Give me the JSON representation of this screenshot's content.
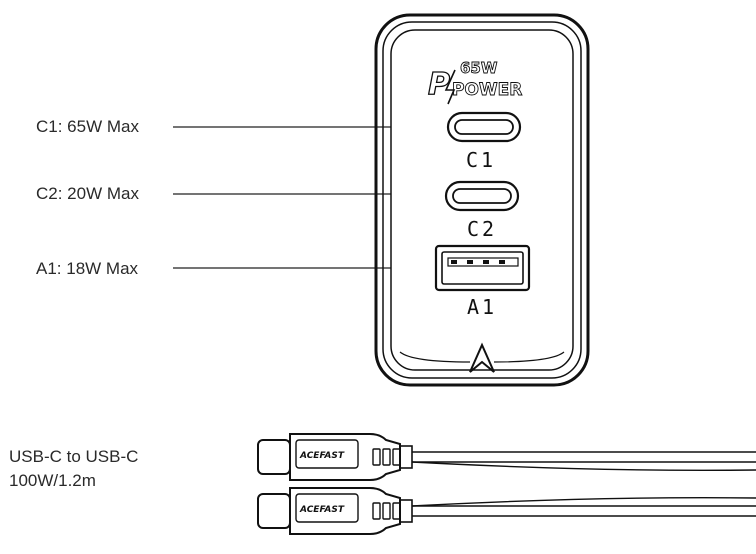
{
  "ports": [
    {
      "id": "C1",
      "label": "C1: 65W Max",
      "marking": "C1"
    },
    {
      "id": "C2",
      "label": "C2: 20W Max",
      "marking": "C2"
    },
    {
      "id": "A1",
      "label": "A1: 18W Max",
      "marking": "A1"
    }
  ],
  "charger": {
    "logo_watt": "65W",
    "logo_power": "POWER"
  },
  "cable": {
    "label_line1": "USB-C to USB-C",
    "label_line2": "100W/1.2m",
    "brand": "ACEFAST"
  }
}
